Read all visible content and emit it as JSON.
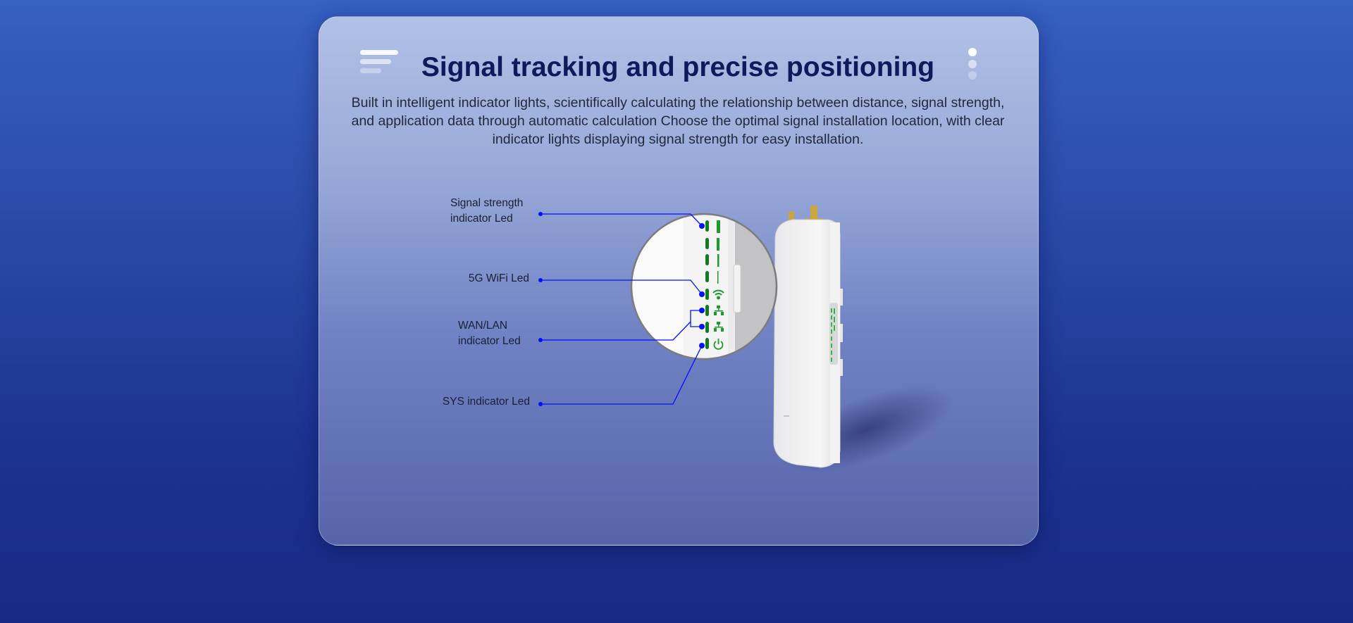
{
  "title": "Signal tracking and precise positioning",
  "description": "Built in intelligent indicator lights, scientifically calculating the relationship between distance, signal strength, and application data through automatic calculation Choose the optimal signal installation location, with clear indicator lights displaying signal strength for easy installation.",
  "labels": {
    "signal_line1": "Signal strength",
    "signal_line2": "indicator Led",
    "wifi": "5G WiFi Led",
    "wan_line1": "WAN/LAN",
    "wan_line2": "indicator Led",
    "sys": "SYS indicator Led"
  },
  "icons": [
    "menu-icon",
    "more-dots-icon",
    "wifi-icon",
    "network-icon",
    "power-icon"
  ],
  "colors": {
    "accent": "#0010ff",
    "led": "#1a8a2a",
    "title": "#0e1a5c"
  }
}
